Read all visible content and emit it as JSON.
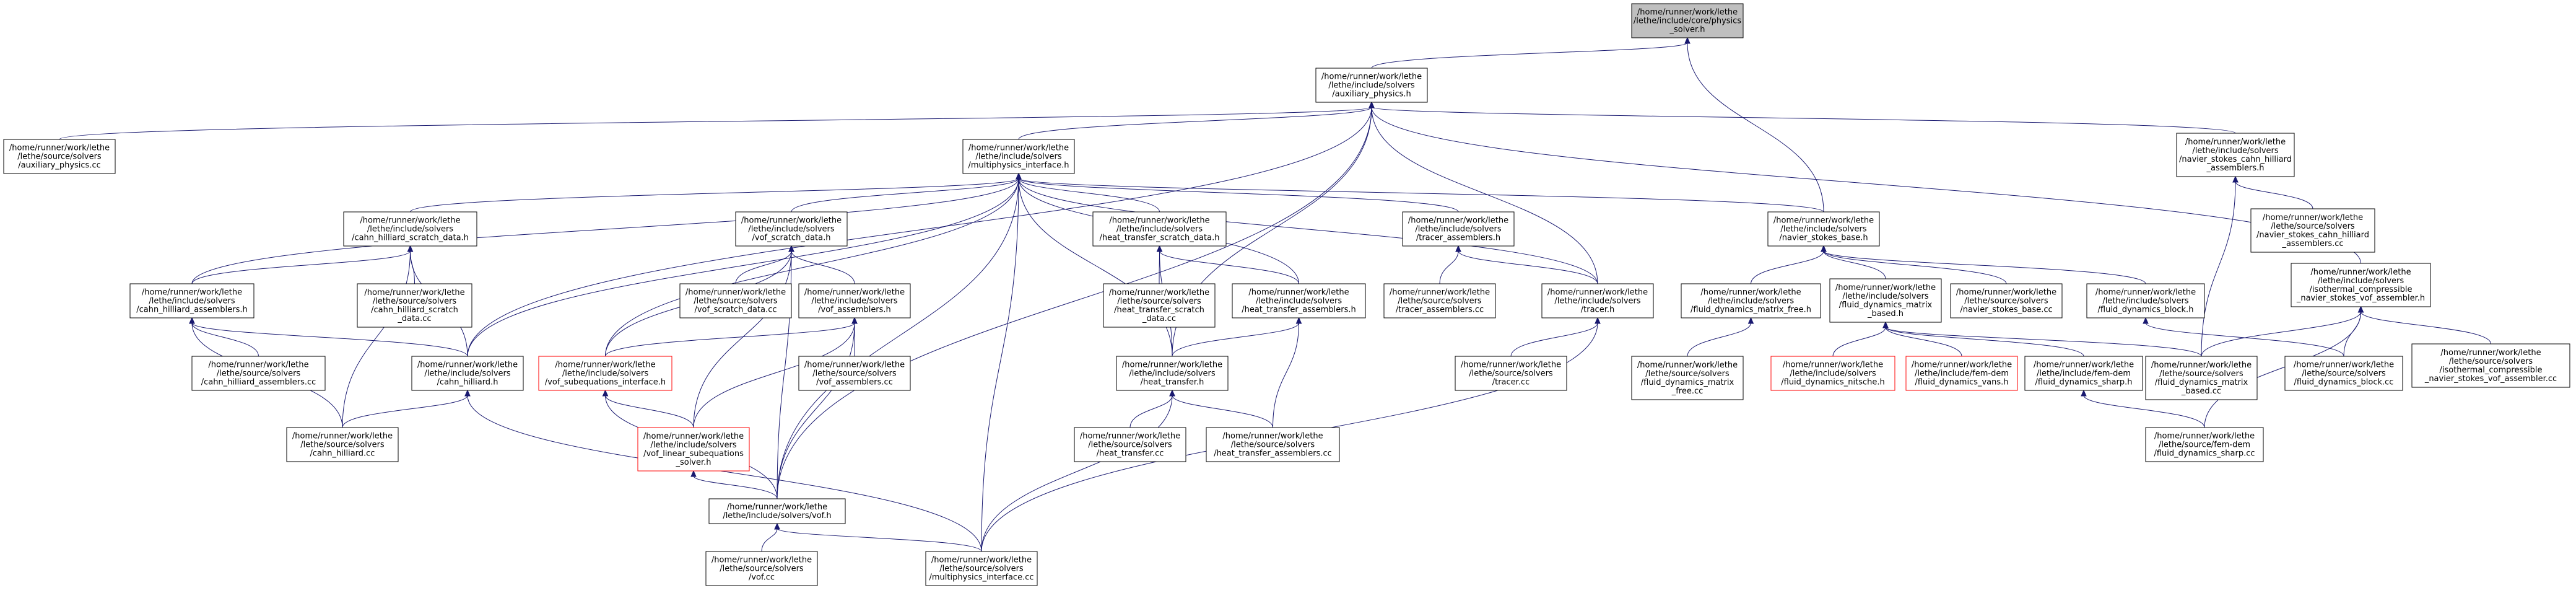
{
  "nodes": [
    {
      "id": "core_physics_solver",
      "lines": [
        "/home/runner/work/lethe",
        "/lethe/include/core/physics",
        "_solver.h"
      ],
      "style": "root"
    },
    {
      "id": "auxiliary_physics_h",
      "lines": [
        "/home/runner/work/lethe",
        "/lethe/include/solvers",
        "/auxiliary_physics.h"
      ]
    },
    {
      "id": "auxiliary_physics_cc",
      "lines": [
        "/home/runner/work/lethe",
        "/lethe/source/solvers",
        "/auxiliary_physics.cc"
      ]
    },
    {
      "id": "multiphysics_interface_h",
      "lines": [
        "/home/runner/work/lethe",
        "/lethe/include/solvers",
        "/multiphysics_interface.h"
      ]
    },
    {
      "id": "ns_cahn_hilliard_assemblers_h",
      "lines": [
        "/home/runner/work/lethe",
        "/lethe/include/solvers",
        "/navier_stokes_cahn_hilliard",
        "_assemblers.h"
      ]
    },
    {
      "id": "ns_cahn_hilliard_assemblers_cc",
      "lines": [
        "/home/runner/work/lethe",
        "/lethe/source/solvers",
        "/navier_stokes_cahn_hilliard",
        "_assemblers.cc"
      ]
    },
    {
      "id": "cahn_hilliard_scratch_data_h",
      "lines": [
        "/home/runner/work/lethe",
        "/lethe/include/solvers",
        "/cahn_hilliard_scratch_data.h"
      ]
    },
    {
      "id": "vof_scratch_data_h",
      "lines": [
        "/home/runner/work/lethe",
        "/lethe/include/solvers",
        "/vof_scratch_data.h"
      ]
    },
    {
      "id": "heat_transfer_scratch_data_h",
      "lines": [
        "/home/runner/work/lethe",
        "/lethe/include/solvers",
        "/heat_transfer_scratch_data.h"
      ]
    },
    {
      "id": "tracer_assemblers_h",
      "lines": [
        "/home/runner/work/lethe",
        "/lethe/include/solvers",
        "/tracer_assemblers.h"
      ]
    },
    {
      "id": "navier_stokes_base_h",
      "lines": [
        "/home/runner/work/lethe",
        "/lethe/include/solvers",
        "/navier_stokes_base.h"
      ]
    },
    {
      "id": "isothermal_ns_vof_assembler_h",
      "lines": [
        "/home/runner/work/lethe",
        "/lethe/include/solvers",
        "/isothermal_compressible",
        "_navier_stokes_vof_assembler.h"
      ]
    },
    {
      "id": "cahn_hilliard_assemblers_h",
      "lines": [
        "/home/runner/work/lethe",
        "/lethe/include/solvers",
        "/cahn_hilliard_assemblers.h"
      ]
    },
    {
      "id": "cahn_hilliard_scratch_data_cc",
      "lines": [
        "/home/runner/work/lethe",
        "/lethe/source/solvers",
        "/cahn_hilliard_scratch",
        "_data.cc"
      ]
    },
    {
      "id": "vof_scratch_data_cc",
      "lines": [
        "/home/runner/work/lethe",
        "/lethe/source/solvers",
        "/vof_scratch_data.cc"
      ]
    },
    {
      "id": "vof_assemblers_h",
      "lines": [
        "/home/runner/work/lethe",
        "/lethe/include/solvers",
        "/vof_assemblers.h"
      ]
    },
    {
      "id": "heat_transfer_scratch_data_cc",
      "lines": [
        "/home/runner/work/lethe",
        "/lethe/source/solvers",
        "/heat_transfer_scratch",
        "_data.cc"
      ]
    },
    {
      "id": "heat_transfer_assemblers_h",
      "lines": [
        "/home/runner/work/lethe",
        "/lethe/include/solvers",
        "/heat_transfer_assemblers.h"
      ]
    },
    {
      "id": "tracer_assemblers_cc",
      "lines": [
        "/home/runner/work/lethe",
        "/lethe/source/solvers",
        "/tracer_assemblers.cc"
      ]
    },
    {
      "id": "tracer_h",
      "lines": [
        "/home/runner/work/lethe",
        "/lethe/include/solvers",
        "/tracer.h"
      ]
    },
    {
      "id": "fluid_dynamics_matrix_free_h",
      "lines": [
        "/home/runner/work/lethe",
        "/lethe/include/solvers",
        "/fluid_dynamics_matrix_free.h"
      ]
    },
    {
      "id": "fluid_dynamics_matrix_based_h",
      "lines": [
        "/home/runner/work/lethe",
        "/lethe/include/solvers",
        "/fluid_dynamics_matrix",
        "_based.h"
      ]
    },
    {
      "id": "navier_stokes_base_cc",
      "lines": [
        "/home/runner/work/lethe",
        "/lethe/source/solvers",
        "/navier_stokes_base.cc"
      ]
    },
    {
      "id": "fluid_dynamics_block_h",
      "lines": [
        "/home/runner/work/lethe",
        "/lethe/include/solvers",
        "/fluid_dynamics_block.h"
      ]
    },
    {
      "id": "isothermal_ns_vof_assembler_cc",
      "lines": [
        "/home/runner/work/lethe",
        "/lethe/source/solvers",
        "/isothermal_compressible",
        "_navier_stokes_vof_assembler.cc"
      ]
    },
    {
      "id": "cahn_hilliard_assemblers_cc",
      "lines": [
        "/home/runner/work/lethe",
        "/lethe/source/solvers",
        "/cahn_hilliard_assemblers.cc"
      ]
    },
    {
      "id": "cahn_hilliard_h",
      "lines": [
        "/home/runner/work/lethe",
        "/lethe/include/solvers",
        "/cahn_hilliard.h"
      ]
    },
    {
      "id": "vof_subequations_interface_h",
      "lines": [
        "/home/runner/work/lethe",
        "/lethe/include/solvers",
        "/vof_subequations_interface.h"
      ],
      "style": "red"
    },
    {
      "id": "vof_assemblers_cc",
      "lines": [
        "/home/runner/work/lethe",
        "/lethe/source/solvers",
        "/vof_assemblers.cc"
      ]
    },
    {
      "id": "heat_transfer_h",
      "lines": [
        "/home/runner/work/lethe",
        "/lethe/include/solvers",
        "/heat_transfer.h"
      ]
    },
    {
      "id": "tracer_cc",
      "lines": [
        "/home/runner/work/lethe",
        "/lethe/source/solvers",
        "/tracer.cc"
      ]
    },
    {
      "id": "fluid_dynamics_matrix_free_cc",
      "lines": [
        "/home/runner/work/lethe",
        "/lethe/source/solvers",
        "/fluid_dynamics_matrix",
        "_free.cc"
      ]
    },
    {
      "id": "fluid_dynamics_nitsche_h",
      "lines": [
        "/home/runner/work/lethe",
        "/lethe/include/solvers",
        "/fluid_dynamics_nitsche.h"
      ],
      "style": "red"
    },
    {
      "id": "fluid_dynamics_vans_h",
      "lines": [
        "/home/runner/work/lethe",
        "/lethe/include/fem-dem",
        "/fluid_dynamics_vans.h"
      ],
      "style": "red"
    },
    {
      "id": "fluid_dynamics_sharp_h",
      "lines": [
        "/home/runner/work/lethe",
        "/lethe/include/fem-dem",
        "/fluid_dynamics_sharp.h"
      ]
    },
    {
      "id": "fluid_dynamics_matrix_based_cc",
      "lines": [
        "/home/runner/work/lethe",
        "/lethe/source/solvers",
        "/fluid_dynamics_matrix",
        "_based.cc"
      ]
    },
    {
      "id": "fluid_dynamics_block_cc",
      "lines": [
        "/home/runner/work/lethe",
        "/lethe/source/solvers",
        "/fluid_dynamics_block.cc"
      ]
    },
    {
      "id": "isothermal_ns_vof_assembler_cc2",
      "lines": [
        "/home/runner/work/lethe",
        "/lethe/source/solvers",
        "/isothermal_compressible",
        "_navier_stokes_vof_assembler.cc"
      ]
    },
    {
      "id": "cahn_hilliard_cc",
      "lines": [
        "/home/runner/work/lethe",
        "/lethe/source/solvers",
        "/cahn_hilliard.cc"
      ]
    },
    {
      "id": "vof_linear_subequations_solver_h",
      "lines": [
        "/home/runner/work/lethe",
        "/lethe/include/solvers",
        "/vof_linear_subequations",
        "_solver.h"
      ],
      "style": "red"
    },
    {
      "id": "heat_transfer_cc",
      "lines": [
        "/home/runner/work/lethe",
        "/lethe/source/solvers",
        "/heat_transfer.cc"
      ]
    },
    {
      "id": "heat_transfer_assemblers_cc",
      "lines": [
        "/home/runner/work/lethe",
        "/lethe/source/solvers",
        "/heat_transfer_assemblers.cc"
      ]
    },
    {
      "id": "fluid_dynamics_sharp_cc",
      "lines": [
        "/home/runner/work/lethe",
        "/lethe/source/fem-dem",
        "/fluid_dynamics_sharp.cc"
      ]
    },
    {
      "id": "vof_h",
      "lines": [
        "/home/runner/work/lethe",
        "/lethe/include/solvers/vof.h"
      ]
    },
    {
      "id": "vof_cc",
      "lines": [
        "/home/runner/work/lethe",
        "/lethe/source/solvers",
        "/vof.cc"
      ]
    },
    {
      "id": "multiphysics_interface_cc",
      "lines": [
        "/home/runner/work/lethe",
        "/lethe/source/solvers",
        "/multiphysics_interface.cc"
      ]
    }
  ],
  "edges": [
    [
      "auxiliary_physics_h",
      "core_physics_solver"
    ],
    [
      "navier_stokes_base_h",
      "core_physics_solver"
    ],
    [
      "auxiliary_physics_cc",
      "auxiliary_physics_h"
    ],
    [
      "multiphysics_interface_h",
      "auxiliary_physics_h"
    ],
    [
      "ns_cahn_hilliard_assemblers_h",
      "auxiliary_physics_h"
    ],
    [
      "isothermal_ns_vof_assembler_h",
      "auxiliary_physics_h"
    ],
    [
      "cahn_hilliard_h",
      "auxiliary_physics_h"
    ],
    [
      "heat_transfer_h",
      "auxiliary_physics_h"
    ],
    [
      "tracer_h",
      "auxiliary_physics_h"
    ],
    [
      "vof_h",
      "auxiliary_physics_h"
    ],
    [
      "ns_cahn_hilliard_assemblers_cc",
      "ns_cahn_hilliard_assemblers_h"
    ],
    [
      "fluid_dynamics_matrix_based_cc",
      "ns_cahn_hilliard_assemblers_h"
    ],
    [
      "cahn_hilliard_scratch_data_h",
      "multiphysics_interface_h"
    ],
    [
      "vof_scratch_data_h",
      "multiphysics_interface_h"
    ],
    [
      "heat_transfer_scratch_data_h",
      "multiphysics_interface_h"
    ],
    [
      "tracer_assemblers_h",
      "multiphysics_interface_h"
    ],
    [
      "navier_stokes_base_h",
      "multiphysics_interface_h"
    ],
    [
      "cahn_hilliard_assemblers_h",
      "multiphysics_interface_h"
    ],
    [
      "cahn_hilliard_h",
      "multiphysics_interface_h"
    ],
    [
      "vof_subequations_interface_h",
      "multiphysics_interface_h"
    ],
    [
      "heat_transfer_assemblers_h",
      "multiphysics_interface_h"
    ],
    [
      "heat_transfer_h",
      "multiphysics_interface_h"
    ],
    [
      "tracer_h",
      "multiphysics_interface_h"
    ],
    [
      "vof_h",
      "multiphysics_interface_h"
    ],
    [
      "multiphysics_interface_cc",
      "multiphysics_interface_h"
    ],
    [
      "cahn_hilliard_assemblers_h",
      "cahn_hilliard_scratch_data_h"
    ],
    [
      "cahn_hilliard_scratch_data_cc",
      "cahn_hilliard_scratch_data_h"
    ],
    [
      "cahn_hilliard_h",
      "cahn_hilliard_scratch_data_h"
    ],
    [
      "cahn_hilliard_cc",
      "cahn_hilliard_scratch_data_h"
    ],
    [
      "vof_scratch_data_cc",
      "vof_scratch_data_h"
    ],
    [
      "vof_assemblers_h",
      "vof_scratch_data_h"
    ],
    [
      "vof_subequations_interface_h",
      "vof_scratch_data_h"
    ],
    [
      "vof_linear_subequations_solver_h",
      "vof_scratch_data_h"
    ],
    [
      "vof_h",
      "vof_scratch_data_h"
    ],
    [
      "heat_transfer_scratch_data_cc",
      "heat_transfer_scratch_data_h"
    ],
    [
      "heat_transfer_assemblers_h",
      "heat_transfer_scratch_data_h"
    ],
    [
      "heat_transfer_h",
      "heat_transfer_scratch_data_h"
    ],
    [
      "tracer_assemblers_cc",
      "tracer_assemblers_h"
    ],
    [
      "tracer_h",
      "tracer_assemblers_h"
    ],
    [
      "fluid_dynamics_matrix_free_h",
      "navier_stokes_base_h"
    ],
    [
      "fluid_dynamics_matrix_based_h",
      "navier_stokes_base_h"
    ],
    [
      "navier_stokes_base_cc",
      "navier_stokes_base_h"
    ],
    [
      "fluid_dynamics_block_h",
      "navier_stokes_base_h"
    ],
    [
      "fluid_dynamics_matrix_based_cc",
      "isothermal_ns_vof_assembler_h"
    ],
    [
      "isothermal_ns_vof_assembler_cc",
      "isothermal_ns_vof_assembler_h"
    ],
    [
      "fluid_dynamics_block_cc",
      "isothermal_ns_vof_assembler_h"
    ],
    [
      "fluid_dynamics_sharp_cc",
      "isothermal_ns_vof_assembler_h"
    ],
    [
      "cahn_hilliard_assemblers_cc",
      "cahn_hilliard_assemblers_h"
    ],
    [
      "cahn_hilliard_h",
      "cahn_hilliard_assemblers_h"
    ],
    [
      "cahn_hilliard_cc",
      "cahn_hilliard_assemblers_h"
    ],
    [
      "vof_subequations_interface_h",
      "vof_assemblers_h"
    ],
    [
      "vof_assemblers_cc",
      "vof_assemblers_h"
    ],
    [
      "vof_linear_subequations_solver_h",
      "vof_assemblers_h"
    ],
    [
      "vof_h",
      "vof_assemblers_h"
    ],
    [
      "heat_transfer_h",
      "heat_transfer_assemblers_h"
    ],
    [
      "heat_transfer_assemblers_cc",
      "heat_transfer_assemblers_h"
    ],
    [
      "tracer_cc",
      "tracer_h"
    ],
    [
      "multiphysics_interface_cc",
      "tracer_h"
    ],
    [
      "fluid_dynamics_matrix_free_cc",
      "fluid_dynamics_matrix_free_h"
    ],
    [
      "fluid_dynamics_nitsche_h",
      "fluid_dynamics_matrix_based_h"
    ],
    [
      "fluid_dynamics_vans_h",
      "fluid_dynamics_matrix_based_h"
    ],
    [
      "fluid_dynamics_sharp_h",
      "fluid_dynamics_matrix_based_h"
    ],
    [
      "fluid_dynamics_matrix_based_cc",
      "fluid_dynamics_matrix_based_h"
    ],
    [
      "fluid_dynamics_block_cc",
      "fluid_dynamics_block_h"
    ],
    [
      "fluid_dynamics_sharp_cc",
      "fluid_dynamics_sharp_h"
    ],
    [
      "cahn_hilliard_cc",
      "cahn_hilliard_h"
    ],
    [
      "multiphysics_interface_cc",
      "cahn_hilliard_h"
    ],
    [
      "vof_linear_subequations_solver_h",
      "vof_subequations_interface_h"
    ],
    [
      "vof_h",
      "vof_subequations_interface_h"
    ],
    [
      "heat_transfer_cc",
      "heat_transfer_h"
    ],
    [
      "heat_transfer_assemblers_cc",
      "heat_transfer_h"
    ],
    [
      "multiphysics_interface_cc",
      "heat_transfer_h"
    ],
    [
      "vof_h",
      "vof_linear_subequations_solver_h"
    ],
    [
      "vof_cc",
      "vof_h"
    ],
    [
      "multiphysics_interface_cc",
      "vof_h"
    ]
  ],
  "colors": {
    "edge": "#191970",
    "node_border": "#000000",
    "root_fill": "#bfbfbf",
    "highlight_border": "#ff0000"
  }
}
